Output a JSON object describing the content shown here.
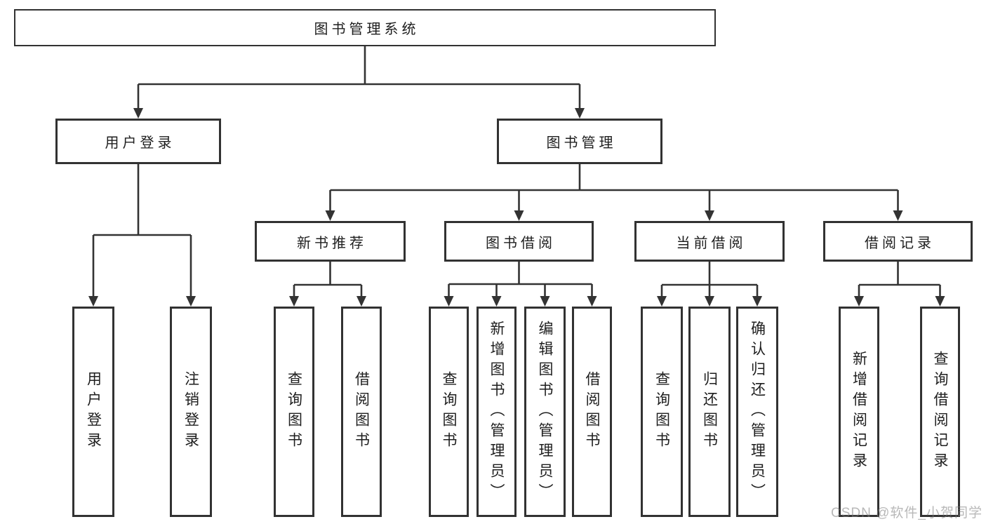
{
  "watermark": "CSDN @软件_小贺同学",
  "colors": {
    "line": "#333333",
    "box_border": "#323232",
    "text": "#1e1e1e",
    "watermark_gray": "#c6c6c6",
    "background": "#ffffff"
  },
  "tree": {
    "label": "图书管理系统",
    "children": [
      {
        "label": "用户登录",
        "children": [
          {
            "label": "用户登录"
          },
          {
            "label": "注销登录"
          }
        ]
      },
      {
        "label": "图书管理",
        "children": [
          {
            "label": "新书推荐",
            "children": [
              {
                "label": "查询图书"
              },
              {
                "label": "借阅图书"
              }
            ]
          },
          {
            "label": "图书借阅",
            "children": [
              {
                "label": "查询图书"
              },
              {
                "label": "新增图书（管理员）"
              },
              {
                "label": "编辑图书（管理员）"
              },
              {
                "label": "借阅图书"
              }
            ]
          },
          {
            "label": "当前借阅",
            "children": [
              {
                "label": "查询图书"
              },
              {
                "label": "归还图书"
              },
              {
                "label": "确认归还（管理员）"
              }
            ]
          },
          {
            "label": "借阅记录",
            "children": [
              {
                "label": "新增借阅记录"
              },
              {
                "label": "查询借阅记录"
              }
            ]
          }
        ]
      }
    ]
  }
}
